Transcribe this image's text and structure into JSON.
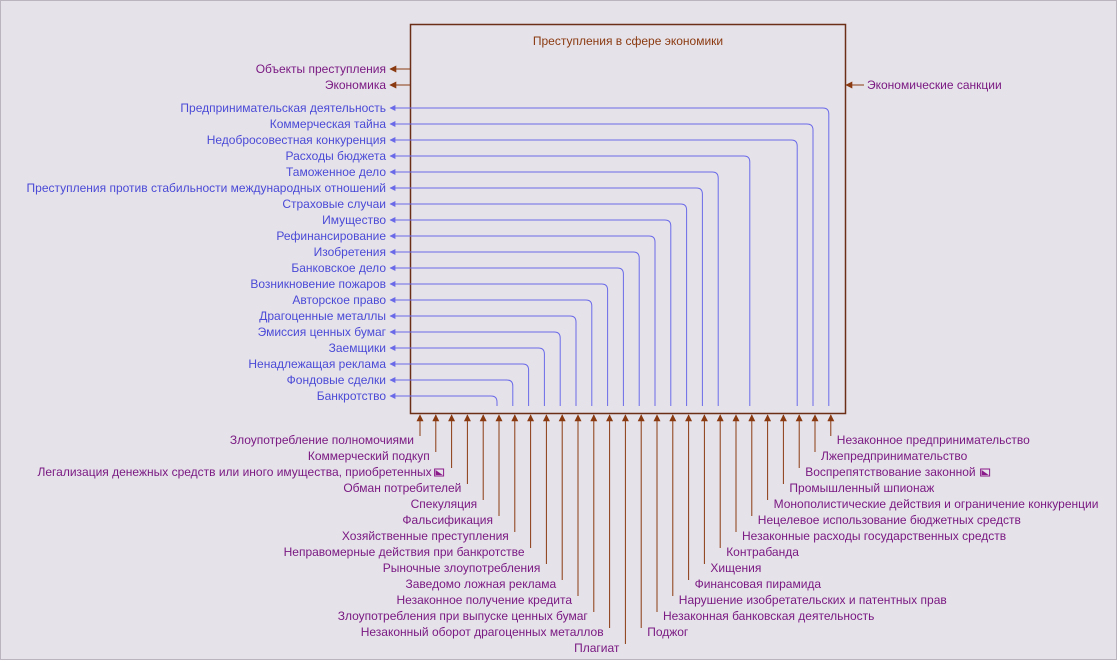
{
  "title": "Преступления в сфере экономики",
  "colors": {
    "background": "#e6e2ea",
    "box_border": "#6b2e16",
    "blue_lines": "#6a6ae8",
    "blue_text": "#4a4ad6",
    "brown_lines": "#8a3a10",
    "purple_text": "#7a1a82",
    "title_text": "#8a3a10",
    "tunnel_icon": "#8a1a8a"
  },
  "left_inputs": [
    "Объекты преступления",
    "Экономика"
  ],
  "right_output": "Экономические санкции",
  "blue_outputs": [
    "Предпринимательская деятельность",
    "Коммерческая тайна",
    "Недобросовестная конкуренция",
    "Расходы бюджета",
    "Таможенное дело",
    "Преступления против стабильности международных отношений",
    "Страховые случаи",
    "Имущество",
    "Рефинансирование",
    "Изобретения",
    "Банковское дело",
    "Возникновение пожаров",
    "Авторское право",
    "Драгоценные металлы",
    "Эмиссия ценных бумаг",
    "Заемщики",
    "Ненадлежащая реклама",
    "Фондовые сделки",
    "Банкротство"
  ],
  "bottom_left": [
    {
      "label": "Злоупотребление полномочиями"
    },
    {
      "label": "Коммерческий подкуп"
    },
    {
      "label": "Легализация денежных средств или иного имущества, приобретенных",
      "icon": "tunnel-icon"
    },
    {
      "label": "Обман потребителей"
    },
    {
      "label": "Спекуляция"
    },
    {
      "label": "Фальсификация"
    },
    {
      "label": "Хозяйственные преступления"
    },
    {
      "label": "Неправомерные действия при банкротстве"
    },
    {
      "label": "Рыночные злоупотребления"
    },
    {
      "label": "Заведомо ложная реклама"
    },
    {
      "label": "Незаконное получение кредита"
    },
    {
      "label": "Злоупотребления при выпуске ценных бумаг"
    },
    {
      "label": "Незаконный оборот драгоценных металлов"
    },
    {
      "label": "Плагиат"
    }
  ],
  "bottom_right": [
    {
      "label": "Поджог"
    },
    {
      "label": "Незаконная банковская деятельность"
    },
    {
      "label": "Нарушение изобретательских и патентных прав"
    },
    {
      "label": "Финансовая пирамида"
    },
    {
      "label": "Хищения"
    },
    {
      "label": "Контрабанда"
    },
    {
      "label": "Незаконные расходы государственных средств"
    },
    {
      "label": "Нецелевое использование бюджетных средств"
    },
    {
      "label": "Монополистические действия и ограничение конкуренции"
    },
    {
      "label": "Промышленный шпионаж"
    },
    {
      "label": "Воспрепятствование законной",
      "icon": "tunnel-icon"
    },
    {
      "label": "Лжепредпринимательство"
    },
    {
      "label": "Незаконное предпринимательство"
    }
  ]
}
